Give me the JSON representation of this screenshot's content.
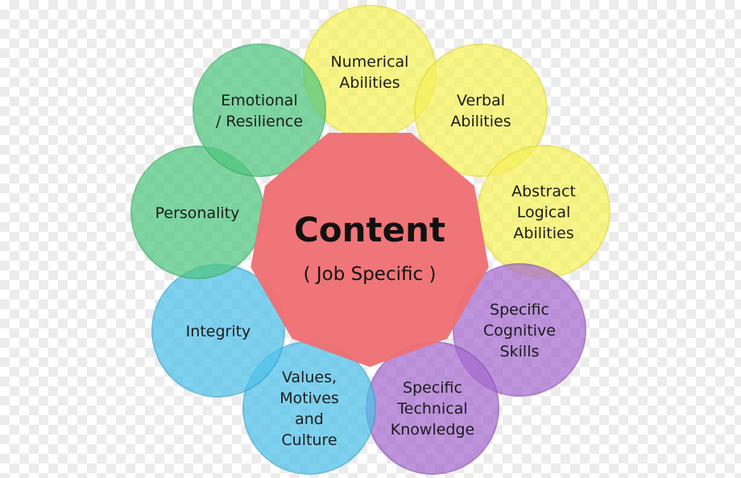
{
  "center": {
    "title": "Content",
    "subtitle": "( Job Specific )",
    "color": "#ef6f72"
  },
  "colors": {
    "yellow": "#f7f25a",
    "green": "#4fc77f",
    "blue": "#4fc2ea",
    "purple": "#a66bd0"
  },
  "petals": [
    {
      "id": "numerical-abilities",
      "label": "Numerical Abilities",
      "lines": [
        "Numerical",
        "Abilities"
      ],
      "color": "yellow"
    },
    {
      "id": "verbal-abilities",
      "label": "Verbal Abilities",
      "lines": [
        "Verbal",
        "Abilities"
      ],
      "color": "yellow"
    },
    {
      "id": "abstract-logical-abilities",
      "label": "Abstract Logical Abilities",
      "lines": [
        "Abstract",
        "Logical",
        "Abilities"
      ],
      "color": "yellow"
    },
    {
      "id": "specific-cognitive-skills",
      "label": "Specific Cognitive Skills",
      "lines": [
        "Specific",
        "Cognitive",
        "Skills"
      ],
      "color": "purple"
    },
    {
      "id": "specific-technical-knowledge",
      "label": "Specific Technical Knowledge",
      "lines": [
        "Specific",
        "Technical",
        "Knowledge"
      ],
      "color": "purple"
    },
    {
      "id": "values-motives-culture",
      "label": "Values, Motives and Culture",
      "lines": [
        "Values,",
        "Motives",
        "and",
        "Culture"
      ],
      "color": "blue"
    },
    {
      "id": "integrity",
      "label": "Integrity",
      "lines": [
        "Integrity"
      ],
      "color": "blue"
    },
    {
      "id": "personality",
      "label": "Personality",
      "lines": [
        "Personality"
      ],
      "color": "green"
    },
    {
      "id": "emotional-resilience",
      "label": "Emotional / Resilience",
      "lines": [
        "Emotional",
        "/ Resilience"
      ],
      "color": "green"
    }
  ]
}
